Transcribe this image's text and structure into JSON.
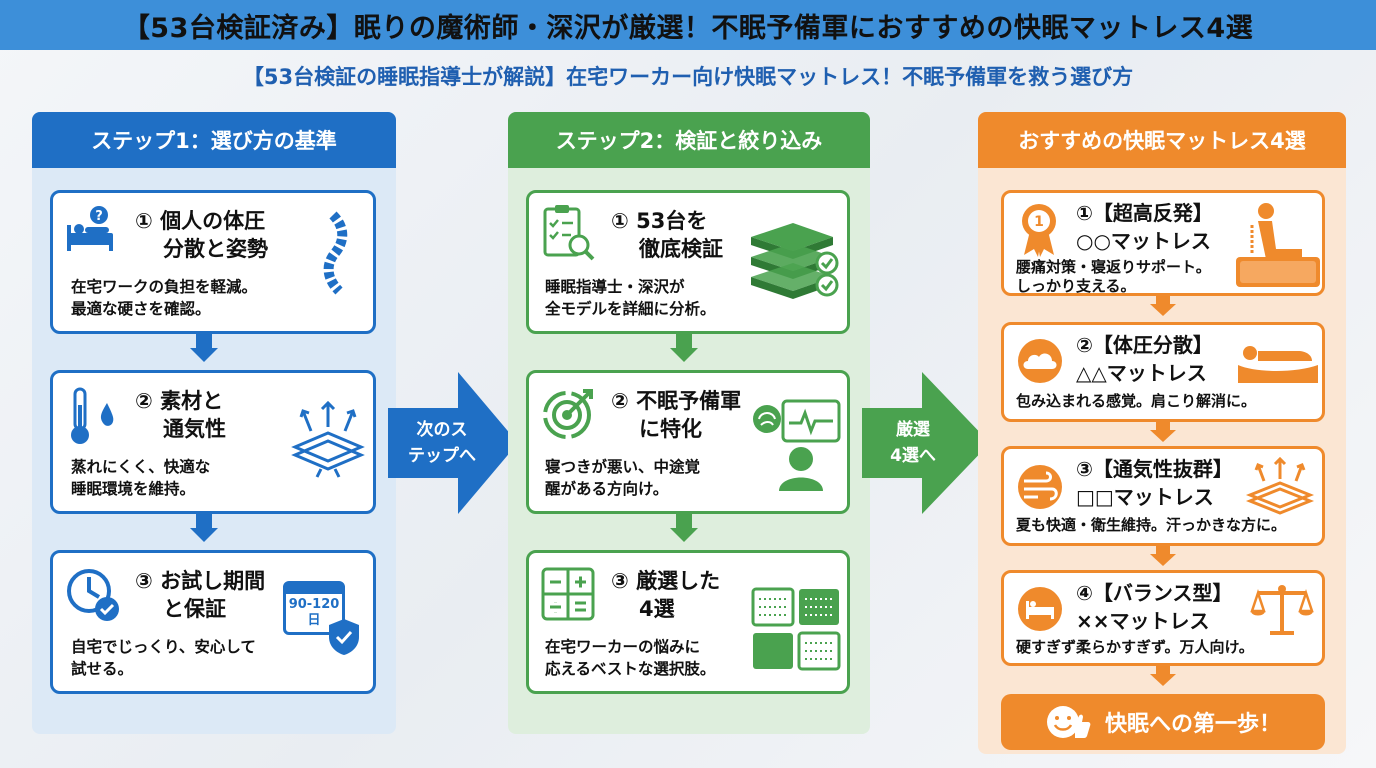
{
  "title": "【53台検証済み】眠りの魔術師・深沢が厳選！不眠予備軍におすすめの快眠マットレス4選",
  "subtitle": "【53台検証の睡眠指導士が解説】在宅ワーカー向け快眠マットレス！不眠予備軍を救う選び方",
  "colors": {
    "blue": "#1f6fc5",
    "green": "#4aa24f",
    "orange": "#ef8a2c"
  },
  "step1": {
    "header": "ステップ1：選び方の基準",
    "cards": [
      {
        "title1": "① 個人の体圧",
        "title2": "分散と姿勢",
        "desc1": "在宅ワークの負担を軽減。",
        "desc2": "最適な硬さを確認。",
        "icon": "bed-question-icon",
        "icon2": "spine-icon"
      },
      {
        "title1": "② 素材と",
        "title2": "通気性",
        "desc1": "蒸れにくく、快適な",
        "desc2": "睡眠環境を維持。",
        "icon": "thermometer-drop-icon",
        "icon2": "airflow-layers-icon"
      },
      {
        "title1": "③ お試し期間",
        "title2": "と保証",
        "desc1": "自宅でじっくり、安心して",
        "desc2": "試せる。",
        "icon": "clock-check-icon",
        "icon2": "calendar-shield-icon",
        "calendar_text1": "90-120",
        "calendar_text2": "日"
      }
    ]
  },
  "arrow1": {
    "line1": "次のス",
    "line2": "テップへ"
  },
  "step2": {
    "header": "ステップ2：検証と絞り込み",
    "cards": [
      {
        "title1": "① 53台を",
        "title2": "徹底検証",
        "desc1": "睡眠指導士・深沢が",
        "desc2": "全モデルを詳細に分析。",
        "icon": "checklist-magnifier-icon",
        "icon2": "mattress-stack-icon"
      },
      {
        "title1": "② 不眠予備軍",
        "title2": "に特化",
        "desc1": "寝つきが悪い、中途覚",
        "desc2": "醒がある方向け。",
        "icon": "target-icon",
        "icon2": "brain-monitor-person-icon"
      },
      {
        "title1": "③ 厳選した",
        "title2": "4選",
        "desc1": "在宅ワーカーの悩みに",
        "desc2": "応えるベストな選択肢。",
        "icon": "calculator-icon",
        "icon2": "four-mattresses-icon"
      }
    ]
  },
  "arrow2": {
    "line1": "厳選",
    "line2": "4選へ"
  },
  "step3": {
    "header": "おすすめの快眠マットレス4選",
    "cards": [
      {
        "title1": "①【超高反発】",
        "title2": "○○マットレス",
        "desc": "腰痛対策・寝返りサポート。",
        "desc2": "しっかり支える。",
        "icon": "award-ribbon-icon",
        "icon2": "sitting-person-icon",
        "badge": "1"
      },
      {
        "title1": "②【体圧分散】",
        "title2": "△△マットレス",
        "desc": "包み込まれる感覚。肩こり解消に。",
        "icon": "cloud-icon",
        "icon2": "lying-person-icon"
      },
      {
        "title1": "③【通気性抜群】",
        "title2": "□□マットレス",
        "desc": "夏も快適・衛生維持。汗っかきな方に。",
        "icon": "wind-icon",
        "icon2": "airflow-layers-icon"
      },
      {
        "title1": "④【バランス型】",
        "title2": "××マットレス",
        "desc": "硬すぎず柔らかすぎず。万人向け。",
        "icon": "bed-icon",
        "icon2": "balance-scale-icon"
      }
    ],
    "final_label": "快眠への第一歩！",
    "final_icon": "smile-thumbsup-icon"
  }
}
